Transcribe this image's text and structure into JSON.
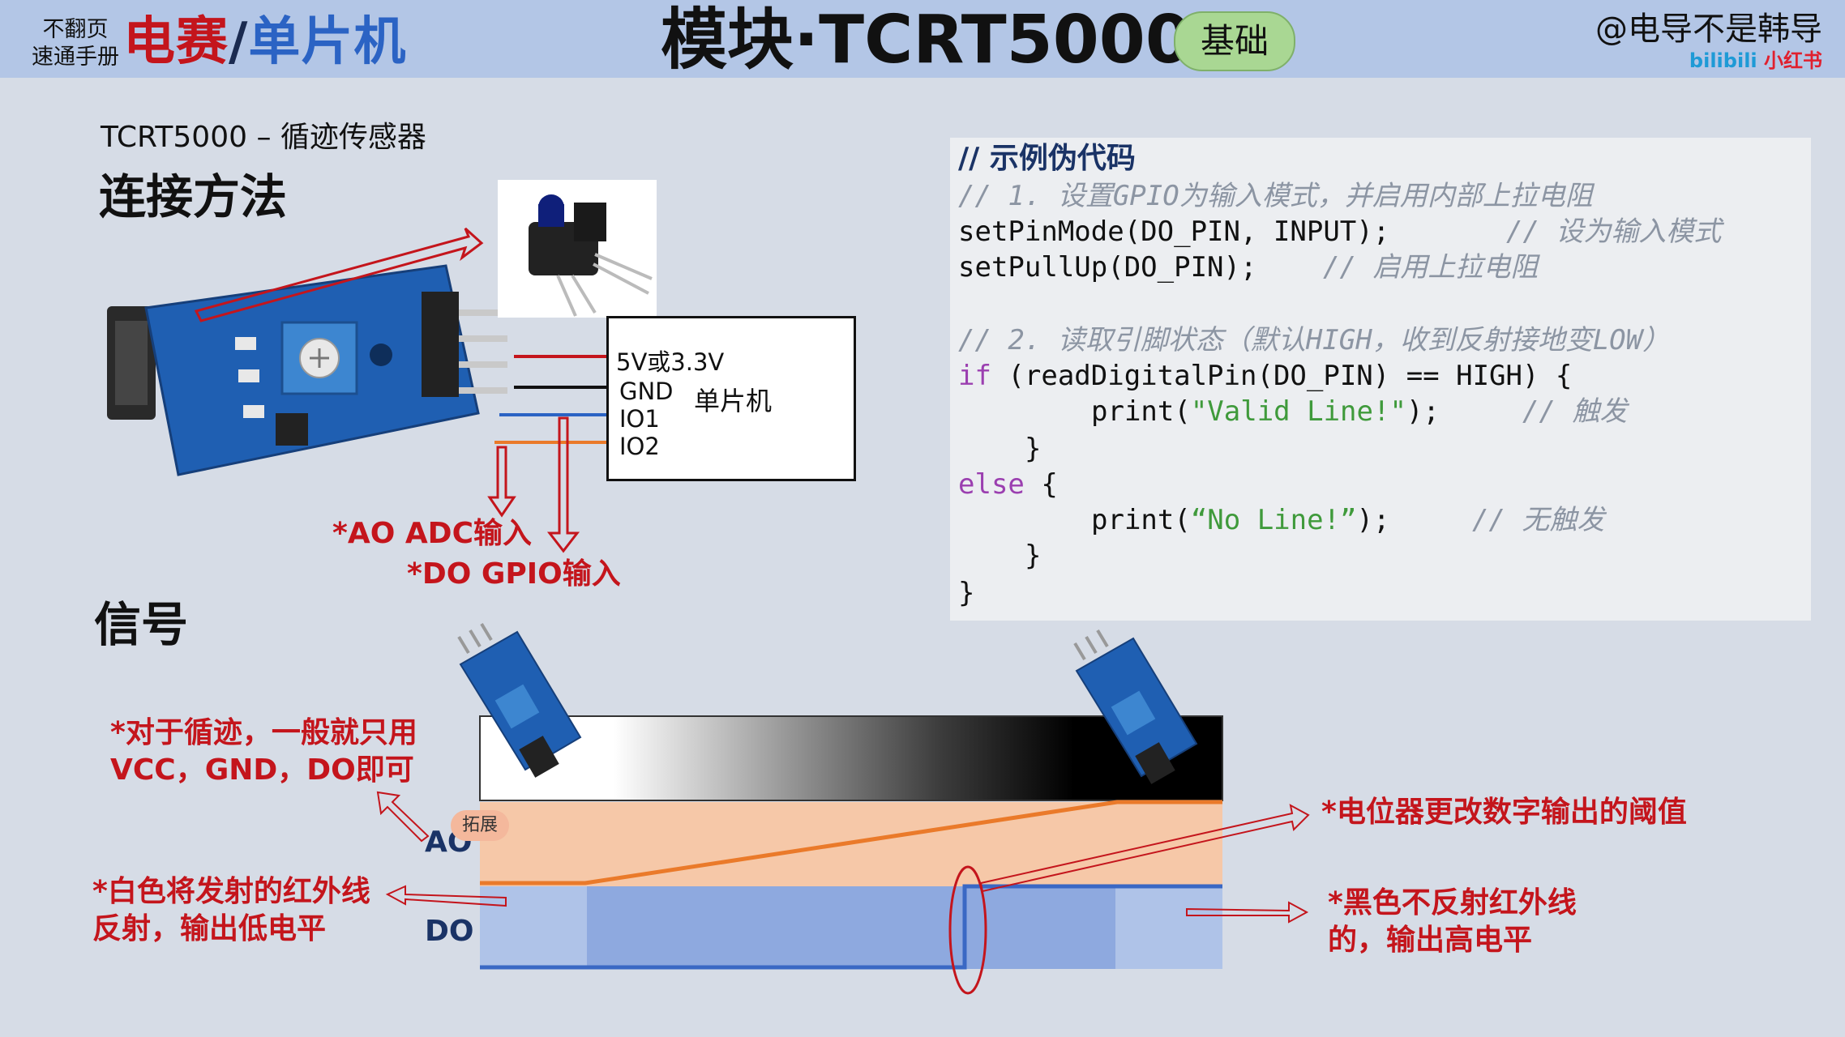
{
  "header": {
    "small_line1": "不翻页",
    "small_line2": "速通手册",
    "category_a": "电赛",
    "category_sep": "/",
    "category_b": "单片机",
    "title": "模块·TCRT5000·",
    "badge": "基础",
    "author": "@电导不是韩导",
    "platform_a": "bilibili",
    "platform_b": "小红书"
  },
  "subtitle": "TCRT5000 – 循迹传感器",
  "sections": {
    "connection": "连接方法",
    "signal": "信号"
  },
  "mcu": {
    "label": "单片机",
    "pins": [
      "5V或3.3V",
      "GND",
      "IO1",
      "IO2"
    ]
  },
  "connection_notes": {
    "ao": "*AO ADC输入",
    "do": "*DO GPIO输入"
  },
  "code": {
    "heading": "// 示例伪代码",
    "lines": [
      {
        "text": "// 1. 设置GPIO为输入模式，并启用内部上拉电阻"
      },
      {
        "code": "setPinMode(DO_PIN, INPUT);",
        "comment": "// 设为输入模式"
      },
      {
        "code": "setPullUp(DO_PIN);",
        "comment": "// 启用上拉电阻"
      },
      {
        "text": "// 2. 读取引脚状态（默认HIGH，收到反射接地变LOW）"
      },
      {
        "kw": "if",
        "code": " (readDigitalPin(DO_PIN) == HIGH) {"
      },
      {
        "code": "print(",
        "str": "\"Valid Line!\"",
        "tail": ");",
        "comment": "// 触发"
      },
      {
        "code": "}"
      },
      {
        "kw": "else",
        "code": " {"
      },
      {
        "code": "print(",
        "str": "“No Line!”",
        "tail": ");",
        "comment": "// 无触发"
      },
      {
        "code": "}"
      },
      {
        "code": "}"
      }
    ]
  },
  "signal": {
    "ao_label": "AO",
    "do_label": "DO",
    "tag": "拓展",
    "note_minimal_1": "*对于循迹，一般就只用",
    "note_minimal_2": "VCC，GND，DO即可",
    "note_white_1": "*白色将发射的红外线",
    "note_white_2": "反射，输出低电平",
    "note_pot": "*电位器更改数字输出的阈值",
    "note_black_1": "*黑色不反射红外线",
    "note_black_2": "的，输出高电平"
  },
  "colors": {
    "header_bg": "#b3c6e6",
    "page_bg": "#d6dce6",
    "accent_red": "#c4151c",
    "ao_orange": "#ea7a2a",
    "do_blue": "#3a68c4"
  }
}
